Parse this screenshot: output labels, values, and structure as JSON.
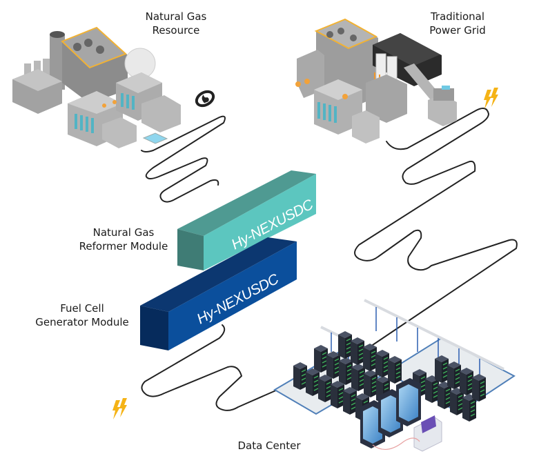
{
  "title": "Hy-NEXUSDC energy flow diagram",
  "nodes": {
    "natural_gas_resource": {
      "line1": "Natural Gas",
      "line2": "Resource"
    },
    "traditional_power_grid": {
      "line1": "Traditional",
      "line2": "Power Grid"
    },
    "reformer_module": {
      "line1": "Natural Gas",
      "line2": "Reformer Module",
      "box_label": "Hy-NEXUSDC"
    },
    "fuel_cell_module": {
      "line1": "Fuel Cell",
      "line2": "Generator Module",
      "box_label": "Hy-NEXUSDC"
    },
    "data_center": {
      "label": "Data Center"
    }
  },
  "icons": [
    "gas-flame-icon",
    "lightning-bolts-icon",
    "lightning-bolts-icon"
  ],
  "colors": {
    "reformer_top": "#4f9a92",
    "reformer_front": "#5cc6bf",
    "reformer_side": "#3f7c75",
    "fuelcell_top": "#0c3770",
    "fuelcell_front": "#0b4f9c",
    "fuelcell_side": "#062b5c",
    "pipe": "#222222",
    "bolt": "#f5b316"
  }
}
